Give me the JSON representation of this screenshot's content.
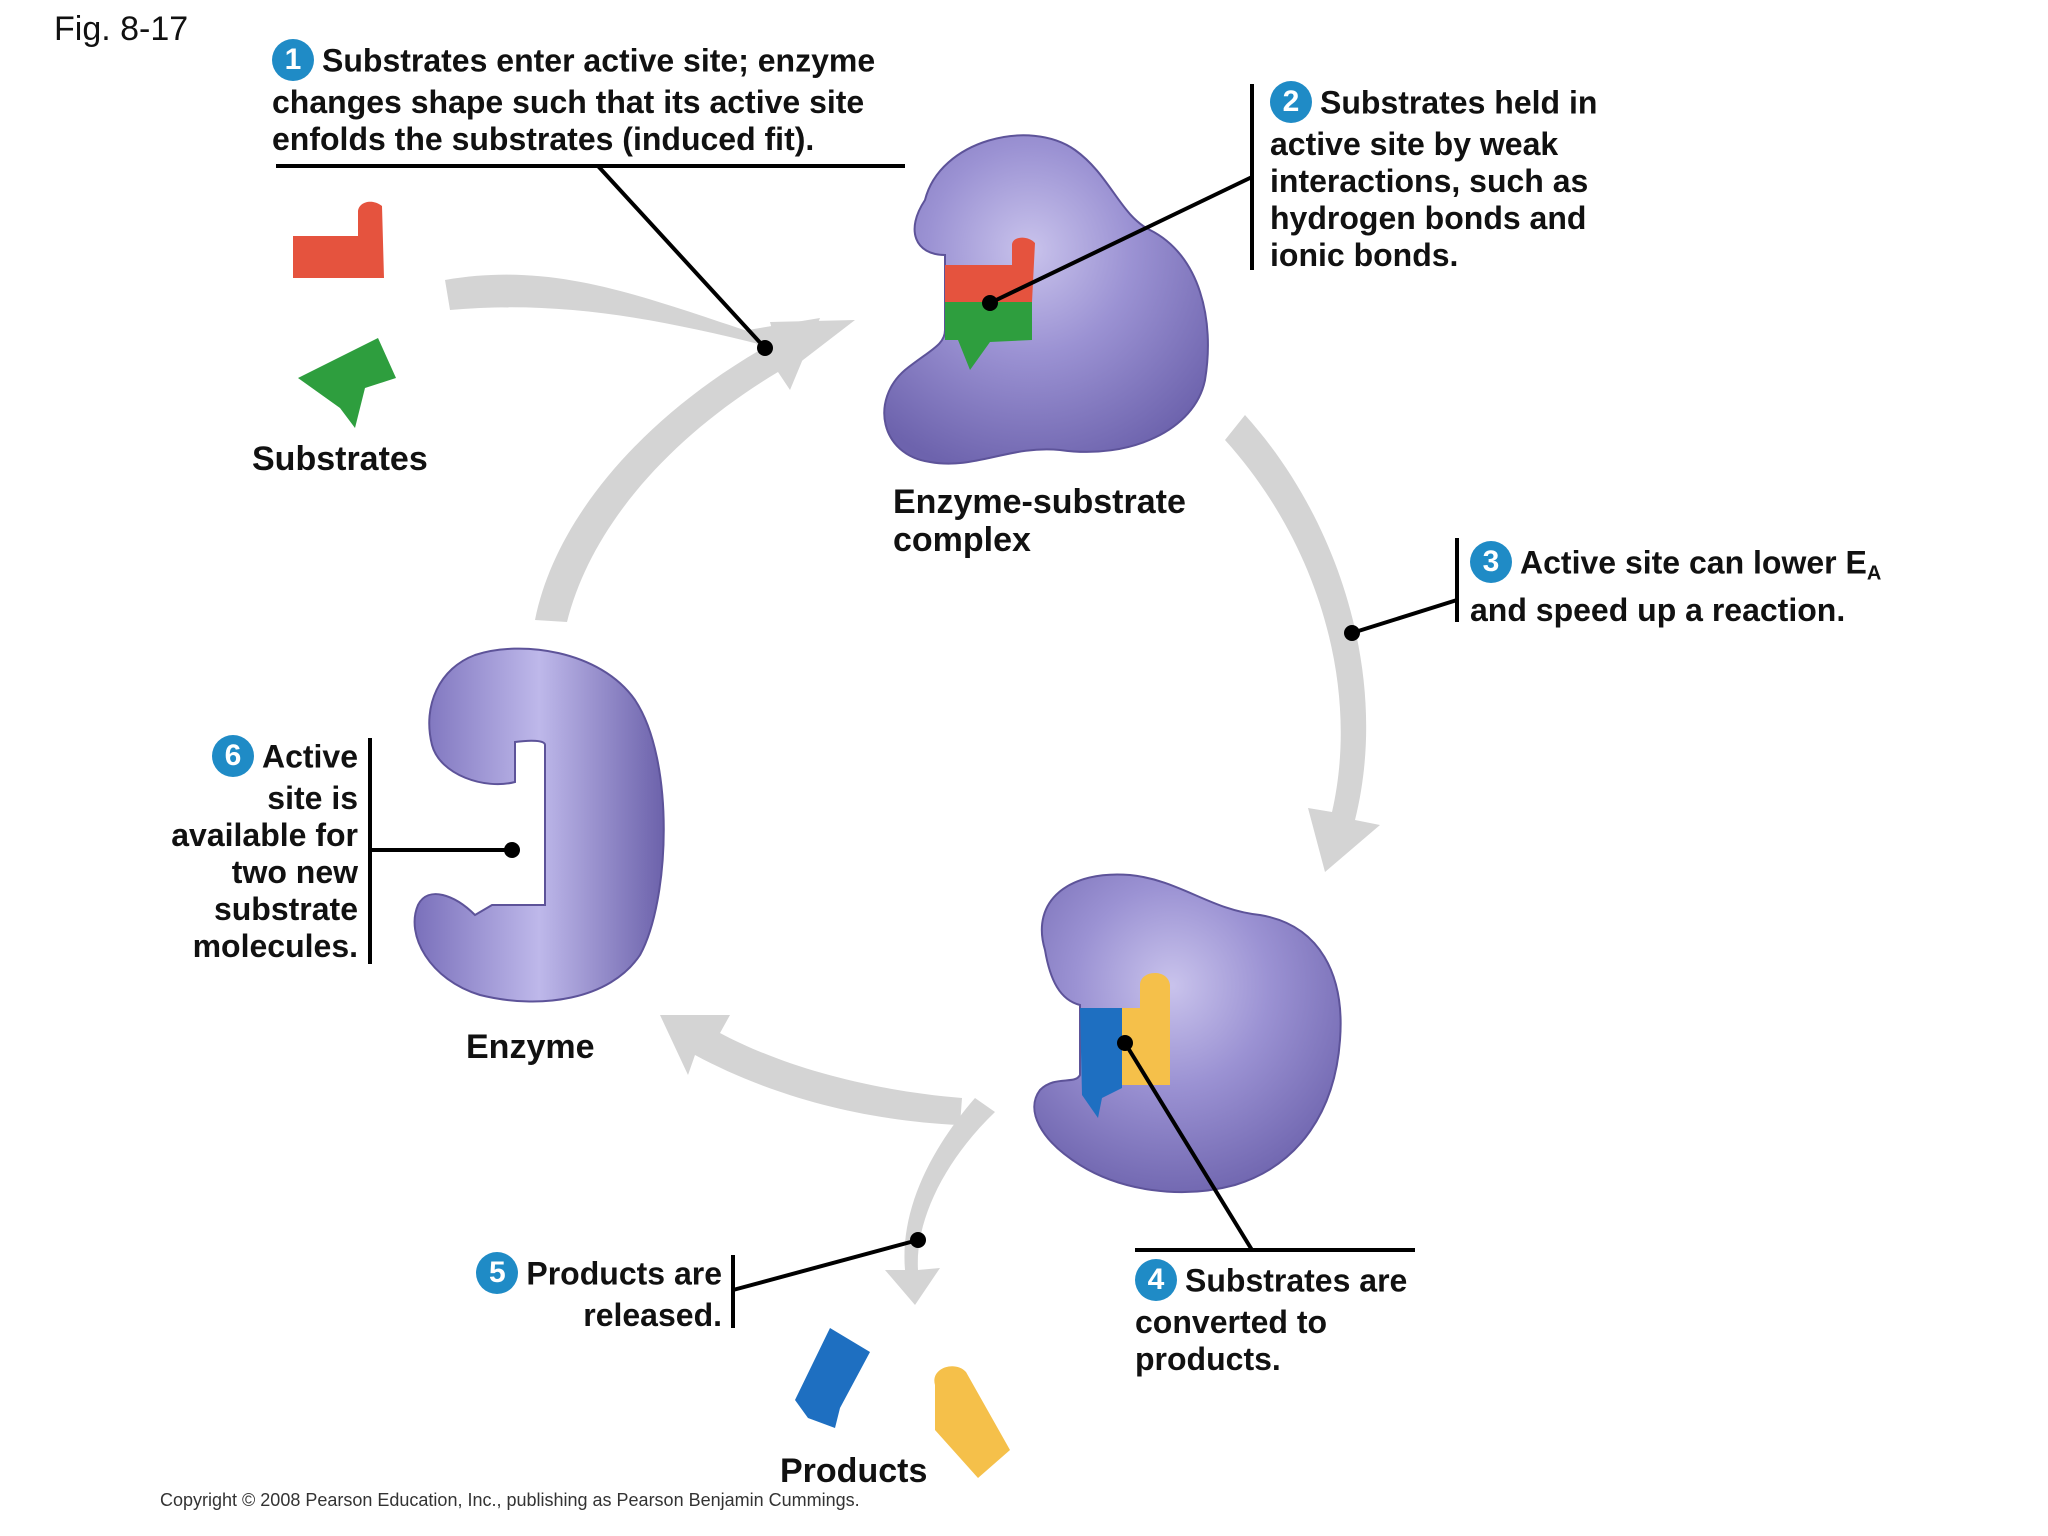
{
  "figure_label": "Fig. 8-17",
  "steps": [
    {
      "num": "1",
      "text": "Substrates enter active site; enzyme changes shape such that its active site enfolds the substrates (induced fit)."
    },
    {
      "num": "2",
      "text": "Substrates held in active site by weak interactions, such as hydrogen bonds and ionic bonds."
    },
    {
      "num": "3",
      "text_a": "Active site can lower E",
      "subscript": "A",
      "text_b": "and speed up a reaction."
    },
    {
      "num": "4",
      "text": "Substrates are converted to products."
    },
    {
      "num": "5",
      "text": "Products are released."
    },
    {
      "num": "6",
      "text": "Active site is available for two new substrate molecules."
    }
  ],
  "labels": {
    "substrates": "Substrates",
    "complex": "Enzyme-substrate complex",
    "enzyme": "Enzyme",
    "products": "Products"
  },
  "copyright": "Copyright © 2008 Pearson Education, Inc., publishing as Pearson Benjamin Cummings.",
  "colors": {
    "enzyme": "#8a7fc4",
    "substrate_red": "#e5533e",
    "substrate_green": "#2e9e3e",
    "product_blue": "#1e6fc1",
    "product_yellow": "#f5c04a",
    "badge": "#1f8bc6",
    "cycle_arrow": "#d4d4d4"
  }
}
